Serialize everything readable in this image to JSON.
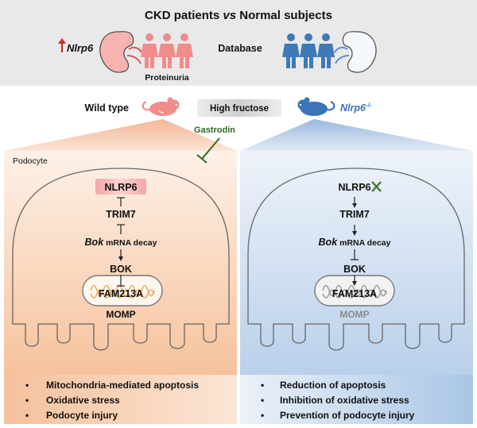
{
  "header": {
    "title_prefix": "CKD patients ",
    "title_vs": "vs",
    "title_suffix": " Normal subjects",
    "gene_label": "Nlrp6",
    "proteinuria_label": "Proteinuria",
    "database_label": "Database"
  },
  "model": {
    "wild_type_label": "Wild type",
    "condition_label": "High fructose",
    "knockout_label": "Nlrp6",
    "knockout_superscript": "-/-",
    "drug_label": "Gastrodin"
  },
  "left_cell": {
    "cell_label": "Podocyte",
    "nlrp6": "NLRP6",
    "trim7": "TRIM7",
    "bok_italic": "Bok",
    "decay_suffix": " mRNA decay",
    "bok": "BOK",
    "fam213a": "FAM213A",
    "momp": "MOMP"
  },
  "right_cell": {
    "nlrp6": "NLRP6",
    "trim7": "TRIM7",
    "bok_italic": "Bok",
    "decay_suffix": " mRNA decay",
    "bok": "BOK",
    "fam213a": "FAM213A",
    "momp": "MOMP"
  },
  "outcomes": {
    "left": [
      "Mitochondria-mediated apoptosis",
      "Oxidative stress",
      "Podocyte injury"
    ],
    "right": [
      "Reduction of apoptosis",
      "Inhibition of oxidative stress",
      "Prevention of podocyte injury"
    ],
    "bullet": "•"
  },
  "colors": {
    "kidney_pink": "#f6b3b0",
    "person_pink": "#f08c8c",
    "person_blue": "#3e7ab8",
    "mouse_pink": "#f28b8b",
    "mouse_blue": "#3b74b8",
    "left_panel": "#f7c9a9",
    "right_panel": "#c6d8ee",
    "inhibit_green": "#2e6b1f",
    "red_arrow": "#c0392b"
  },
  "icons": [
    "kidney-icon",
    "person-icon",
    "mouse-icon",
    "mitochondrion-icon",
    "cross-icon",
    "up-arrow-icon",
    "inhibition-icon"
  ]
}
